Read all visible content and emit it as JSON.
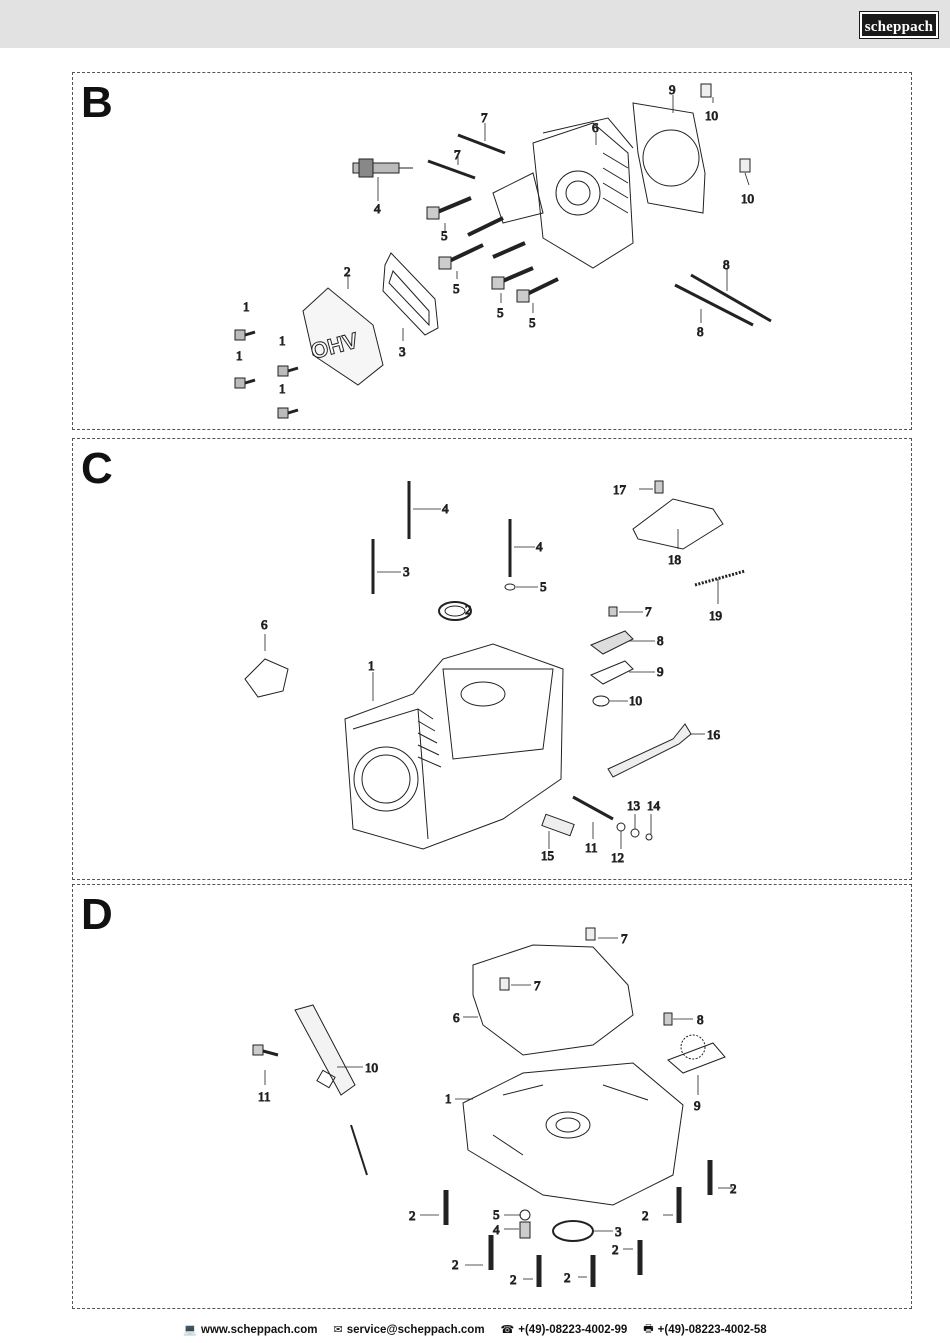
{
  "header": {
    "logo_text": "scheppach"
  },
  "sections": {
    "B": {
      "letter": "B",
      "labels": [
        {
          "id": "b1a",
          "text": "1"
        },
        {
          "id": "b1b",
          "text": "1"
        },
        {
          "id": "b1c",
          "text": "1"
        },
        {
          "id": "b1d",
          "text": "1"
        },
        {
          "id": "b2",
          "text": "2"
        },
        {
          "id": "b3",
          "text": "3"
        },
        {
          "id": "b4",
          "text": "4"
        },
        {
          "id": "b5a",
          "text": "5"
        },
        {
          "id": "b5b",
          "text": "5"
        },
        {
          "id": "b5c",
          "text": "5"
        },
        {
          "id": "b5d",
          "text": "5"
        },
        {
          "id": "b6",
          "text": "6"
        },
        {
          "id": "b7a",
          "text": "7"
        },
        {
          "id": "b7b",
          "text": "7"
        },
        {
          "id": "b8a",
          "text": "8"
        },
        {
          "id": "b8b",
          "text": "8"
        },
        {
          "id": "b9",
          "text": "9"
        },
        {
          "id": "b10a",
          "text": "10"
        },
        {
          "id": "b10b",
          "text": "10"
        }
      ],
      "cover_text": "OHV"
    },
    "C": {
      "letter": "C",
      "labels": [
        {
          "id": "c1",
          "text": "1"
        },
        {
          "id": "c2",
          "text": "2"
        },
        {
          "id": "c3",
          "text": "3"
        },
        {
          "id": "c4a",
          "text": "4"
        },
        {
          "id": "c4b",
          "text": "4"
        },
        {
          "id": "c5",
          "text": "5"
        },
        {
          "id": "c6",
          "text": "6"
        },
        {
          "id": "c7",
          "text": "7"
        },
        {
          "id": "c8",
          "text": "8"
        },
        {
          "id": "c9",
          "text": "9"
        },
        {
          "id": "c10",
          "text": "10"
        },
        {
          "id": "c11",
          "text": "11"
        },
        {
          "id": "c12",
          "text": "12"
        },
        {
          "id": "c13",
          "text": "13"
        },
        {
          "id": "c14",
          "text": "14"
        },
        {
          "id": "c15",
          "text": "15"
        },
        {
          "id": "c16",
          "text": "16"
        },
        {
          "id": "c17",
          "text": "17"
        },
        {
          "id": "c18",
          "text": "18"
        },
        {
          "id": "c19",
          "text": "19"
        }
      ]
    },
    "D": {
      "letter": "D",
      "labels": [
        {
          "id": "d1",
          "text": "1"
        },
        {
          "id": "d2a",
          "text": "2"
        },
        {
          "id": "d2b",
          "text": "2"
        },
        {
          "id": "d2c",
          "text": "2"
        },
        {
          "id": "d2d",
          "text": "2"
        },
        {
          "id": "d2e",
          "text": "2"
        },
        {
          "id": "d2f",
          "text": "2"
        },
        {
          "id": "d2g",
          "text": "2"
        },
        {
          "id": "d3",
          "text": "3"
        },
        {
          "id": "d4",
          "text": "4"
        },
        {
          "id": "d5",
          "text": "5"
        },
        {
          "id": "d6",
          "text": "6"
        },
        {
          "id": "d7a",
          "text": "7"
        },
        {
          "id": "d7b",
          "text": "7"
        },
        {
          "id": "d8",
          "text": "8"
        },
        {
          "id": "d9",
          "text": "9"
        },
        {
          "id": "d10",
          "text": "10"
        },
        {
          "id": "d11",
          "text": "11"
        }
      ]
    }
  },
  "footer": {
    "website": "www.scheppach.com",
    "email": "service@scheppach.com",
    "phone": "+(49)-08223-4002-99",
    "fax": "+(49)-08223-4002-58",
    "icons": {
      "website": "computer-icon",
      "email": "envelope-icon",
      "phone": "telephone-icon",
      "fax": "fax-icon"
    }
  }
}
